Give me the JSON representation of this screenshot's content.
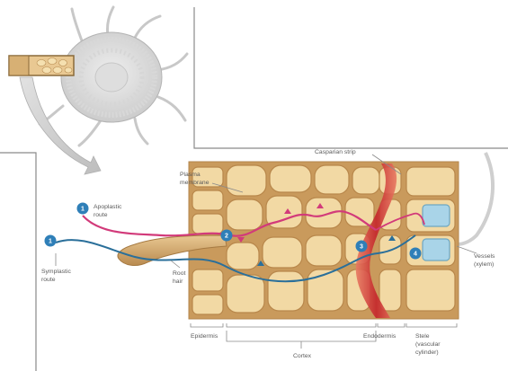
{
  "labels": {
    "apoplastic_route": [
      "Apoplastic",
      "route"
    ],
    "symplastic_route": [
      "Symplastic",
      "route"
    ],
    "plasma_membrane": [
      "Plasma",
      "membrane"
    ],
    "casparian_strip": "Casparian strip",
    "root_hair": [
      "Root",
      "hair"
    ],
    "vessels": [
      "Vessels",
      "(xylem)"
    ],
    "epidermis": "Epidermis",
    "endodermis": "Endodermis",
    "stele": [
      "Stele",
      "(vascular",
      "cylinder)"
    ],
    "cortex": "Cortex"
  },
  "steps": [
    "1",
    "1",
    "2",
    "3",
    "4"
  ],
  "colors": {
    "apoplastic": "#d23a7a",
    "symplastic": "#2a6f9a",
    "casparian": "#c4242a",
    "cell_fill": "#f2d9a4",
    "cell_wall": "#caa066",
    "marker": "#2f7fb8",
    "vessel": "#a9d4e8"
  }
}
